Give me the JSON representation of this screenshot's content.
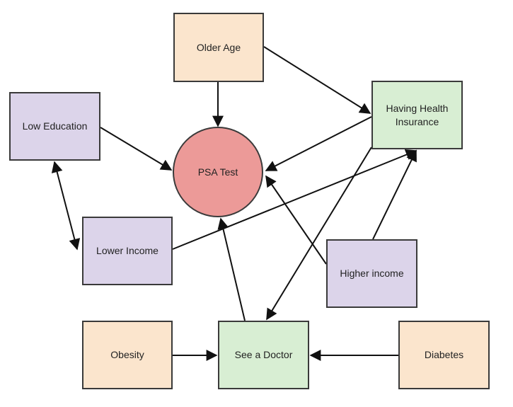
{
  "colors": {
    "peach": "#fbe5cd",
    "lavender": "#dcd4ea",
    "green": "#d8eed3",
    "red": "#ec9a98",
    "stroke": "#3a3a3a"
  },
  "nodes": {
    "older_age": {
      "label": "Older Age"
    },
    "low_education": {
      "label": "Low Education"
    },
    "psa_test": {
      "label": "PSA Test"
    },
    "health_insurance": {
      "label": "Having Health Insurance"
    },
    "lower_income": {
      "label": "Lower Income"
    },
    "higher_income": {
      "label": "Higher income"
    },
    "obesity": {
      "label": "Obesity"
    },
    "see_doctor": {
      "label": "See a Doctor"
    },
    "diabetes": {
      "label": "Diabetes"
    }
  },
  "edges": [
    {
      "from": "older_age",
      "to": "psa_test"
    },
    {
      "from": "older_age",
      "to": "health_insurance"
    },
    {
      "from": "low_education",
      "to": "psa_test"
    },
    {
      "from": "health_insurance",
      "to": "psa_test"
    },
    {
      "from": "health_insurance",
      "to": "see_doctor"
    },
    {
      "from": "low_education",
      "to": "lower_income",
      "bidirectional": true
    },
    {
      "from": "lower_income",
      "to": "health_insurance"
    },
    {
      "from": "higher_income",
      "to": "psa_test"
    },
    {
      "from": "higher_income",
      "to": "health_insurance"
    },
    {
      "from": "see_doctor",
      "to": "psa_test"
    },
    {
      "from": "obesity",
      "to": "see_doctor"
    },
    {
      "from": "diabetes",
      "to": "see_doctor"
    }
  ]
}
